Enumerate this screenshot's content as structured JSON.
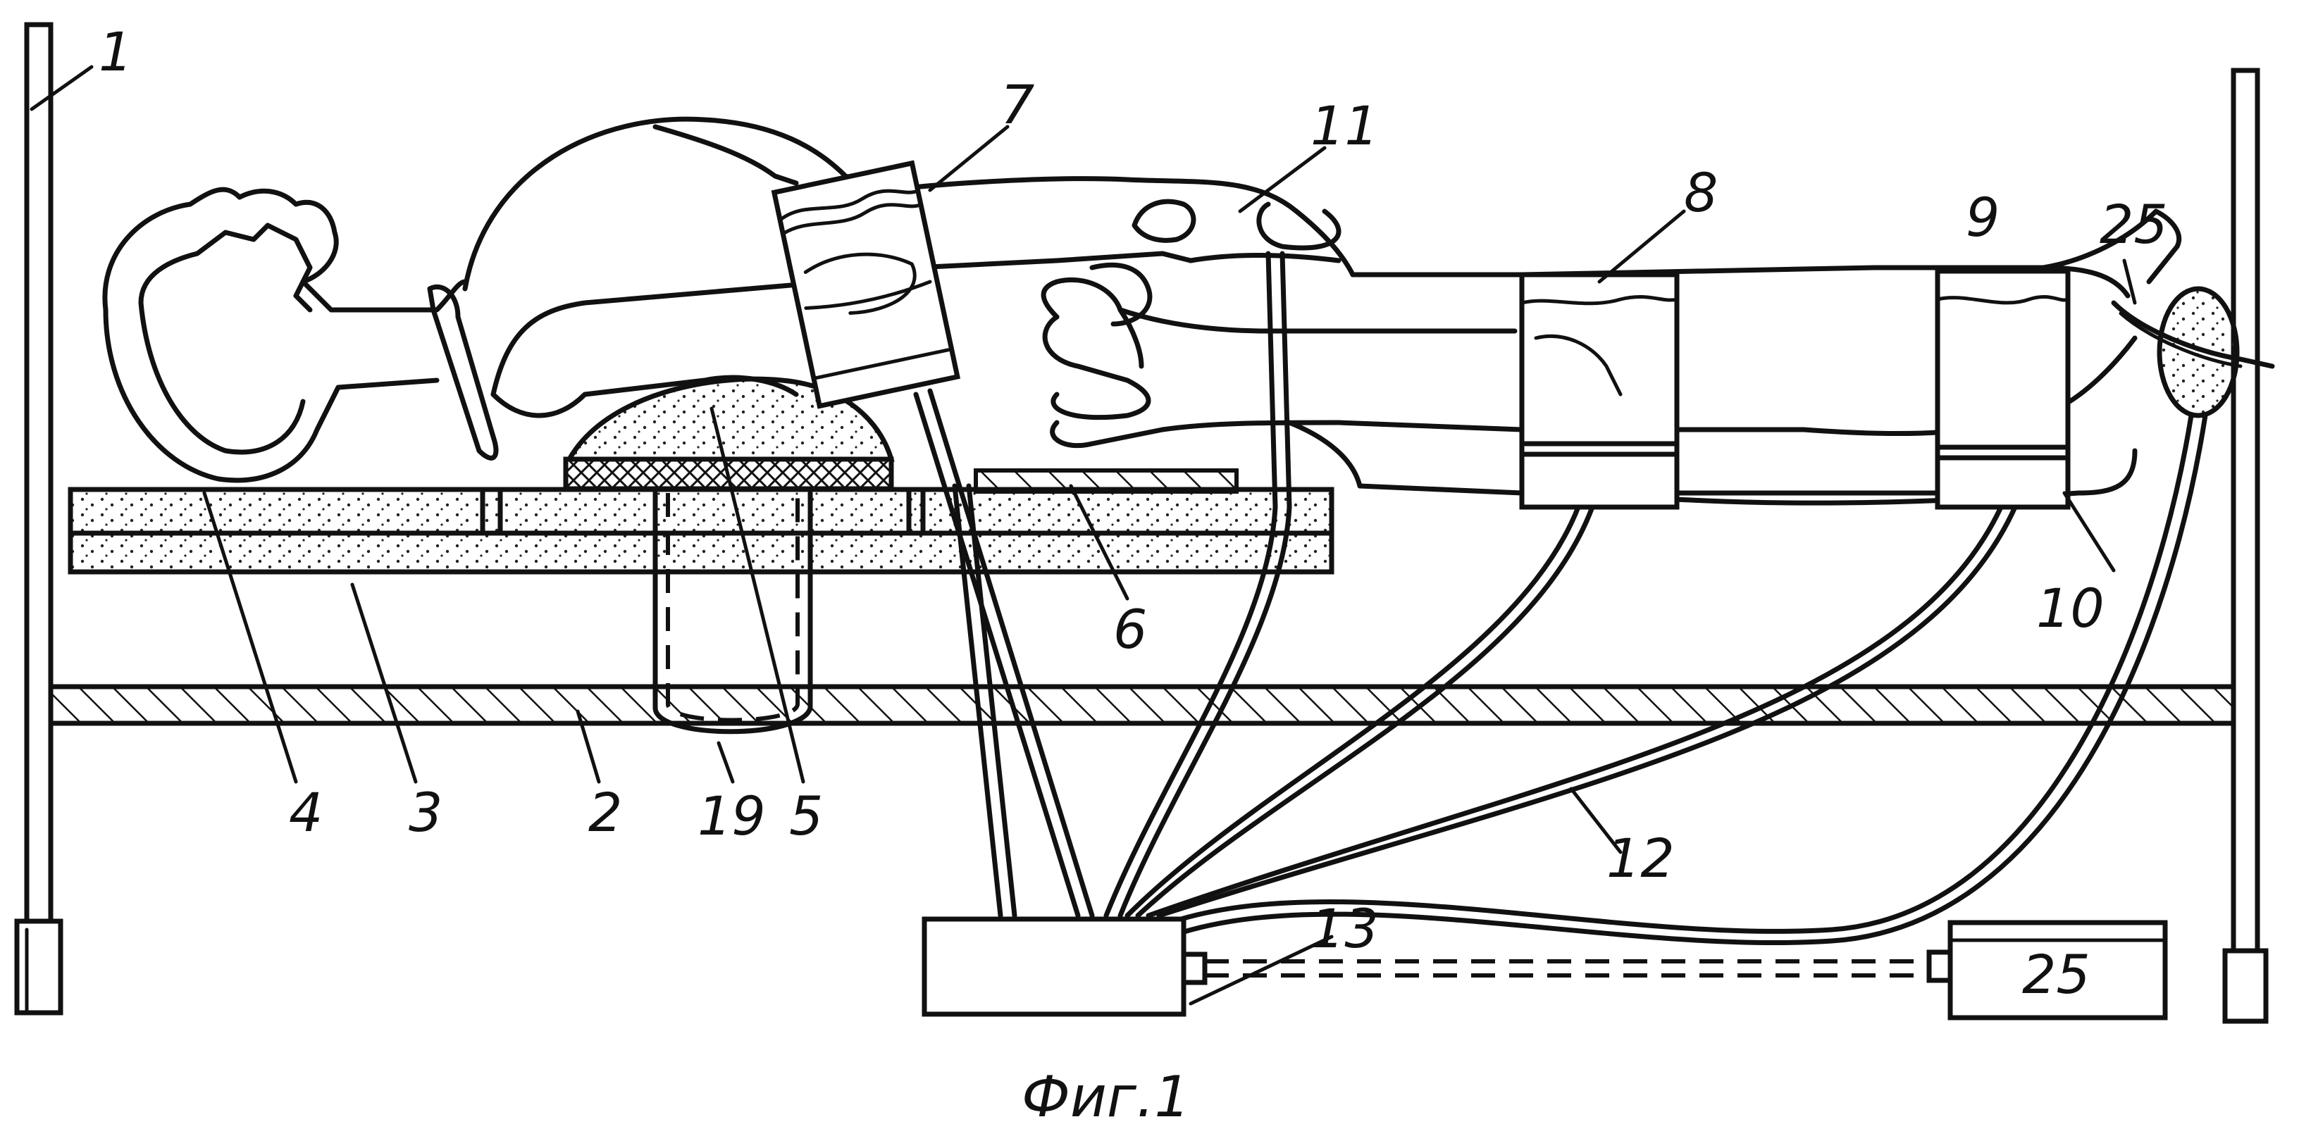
{
  "figure": {
    "caption": "Фиг.1",
    "labels": {
      "l1": "1",
      "l2": "2",
      "l3": "3",
      "l4": "4",
      "l5": "5",
      "l6": "6",
      "l7": "7",
      "l8": "8",
      "l9": "9",
      "l10": "10",
      "l11": "11",
      "l12": "12",
      "l13": "13",
      "l19": "19",
      "l25a": "25",
      "l25b": "25"
    }
  }
}
